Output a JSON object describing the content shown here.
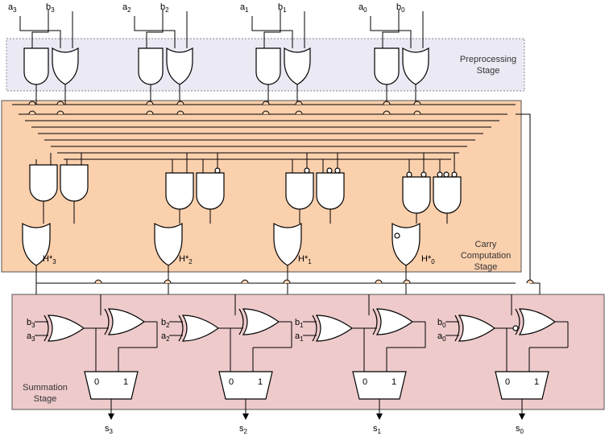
{
  "stages": {
    "preprocessing": {
      "line1": "Preprocessing",
      "line2": "Stage",
      "fill": "#ebe9f4",
      "border": "#888888"
    },
    "carry": {
      "line1": "Carry",
      "line2": "Computation",
      "line3": "Stage",
      "fill": "#fbd0ad",
      "border": "#555555"
    },
    "summation": {
      "line1": "Summation",
      "line2": "Stage",
      "fill": "#eecacb",
      "border": "#555555"
    }
  },
  "inputs": [
    {
      "a": "a",
      "b": "b",
      "sub": "3"
    },
    {
      "a": "a",
      "b": "b",
      "sub": "2"
    },
    {
      "a": "a",
      "b": "b",
      "sub": "1"
    },
    {
      "a": "a",
      "b": "b",
      "sub": "0"
    }
  ],
  "carry_outputs": [
    {
      "base": "H*",
      "sub": "3"
    },
    {
      "base": "H*",
      "sub": "2"
    },
    {
      "base": "H*",
      "sub": "1"
    },
    {
      "base": "H*",
      "sub": "0"
    }
  ],
  "xor_inputs": [
    {
      "b": "b",
      "a": "a",
      "sub": "3"
    },
    {
      "b": "b",
      "a": "a",
      "sub": "2"
    },
    {
      "b": "b",
      "a": "a",
      "sub": "1"
    },
    {
      "b": "b",
      "a": "a",
      "sub": "0"
    }
  ],
  "mux": {
    "in0": "0",
    "in1": "1"
  },
  "sum_outputs": [
    {
      "base": "s",
      "sub": "3"
    },
    {
      "base": "s",
      "sub": "2"
    },
    {
      "base": "s",
      "sub": "1"
    },
    {
      "base": "s",
      "sub": "0"
    }
  ]
}
